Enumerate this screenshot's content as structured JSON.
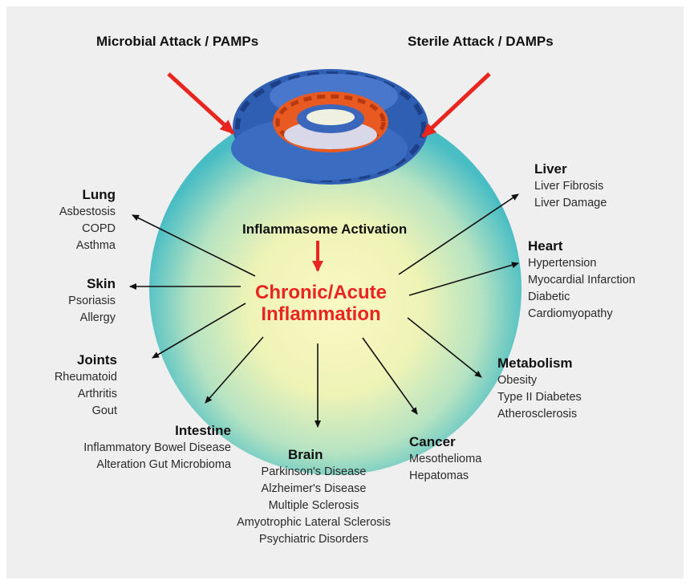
{
  "attacks": {
    "microbial": "Microbial Attack / PAMPs",
    "sterile": "Sterile Attack / DAMPs"
  },
  "center": {
    "activation": "Inflammasome Activation",
    "inflammation_line1": "Chronic/Acute",
    "inflammation_line2": "Inflammation"
  },
  "organs": {
    "lung": {
      "title": "Lung",
      "items": [
        "Asbestosis",
        "COPD",
        "Asthma"
      ]
    },
    "skin": {
      "title": "Skin",
      "items": [
        "Psoriasis",
        "Allergy"
      ]
    },
    "joints": {
      "title": "Joints",
      "items": [
        "Rheumatoid",
        "Arthritis",
        "Gout"
      ]
    },
    "intestine": {
      "title": "Intestine",
      "items": [
        "Inflammatory Bowel Disease",
        "Alteration Gut Microbioma"
      ]
    },
    "brain": {
      "title": "Brain",
      "items": [
        "Parkinson's Disease",
        "Alzheimer's Disease",
        "Multiple Sclerosis",
        "Amyotrophic Lateral Sclerosis",
        "Psychiatric Disorders"
      ]
    },
    "cancer": {
      "title": "Cancer",
      "items": [
        "Mesothelioma",
        "Hepatomas"
      ]
    },
    "metabolism": {
      "title": "Metabolism",
      "items": [
        "Obesity",
        "Type II Diabetes",
        "Atherosclerosis"
      ]
    },
    "heart": {
      "title": "Heart",
      "items": [
        "Hypertension",
        "Myocardial Infarction",
        "Diabetic",
        "Cardiomyopathy"
      ]
    },
    "liver": {
      "title": "Liver",
      "items": [
        "Liver Fibrosis",
        "Liver Damage"
      ]
    }
  },
  "colors": {
    "attack_arrow": "#e8251f",
    "inflammation_text": "#e8251f",
    "sphere_center": "#f8f6b8",
    "sphere_edge": "#5fc8c8",
    "complex_outer": "#2e5fb0",
    "complex_inner": "#e8541f"
  }
}
